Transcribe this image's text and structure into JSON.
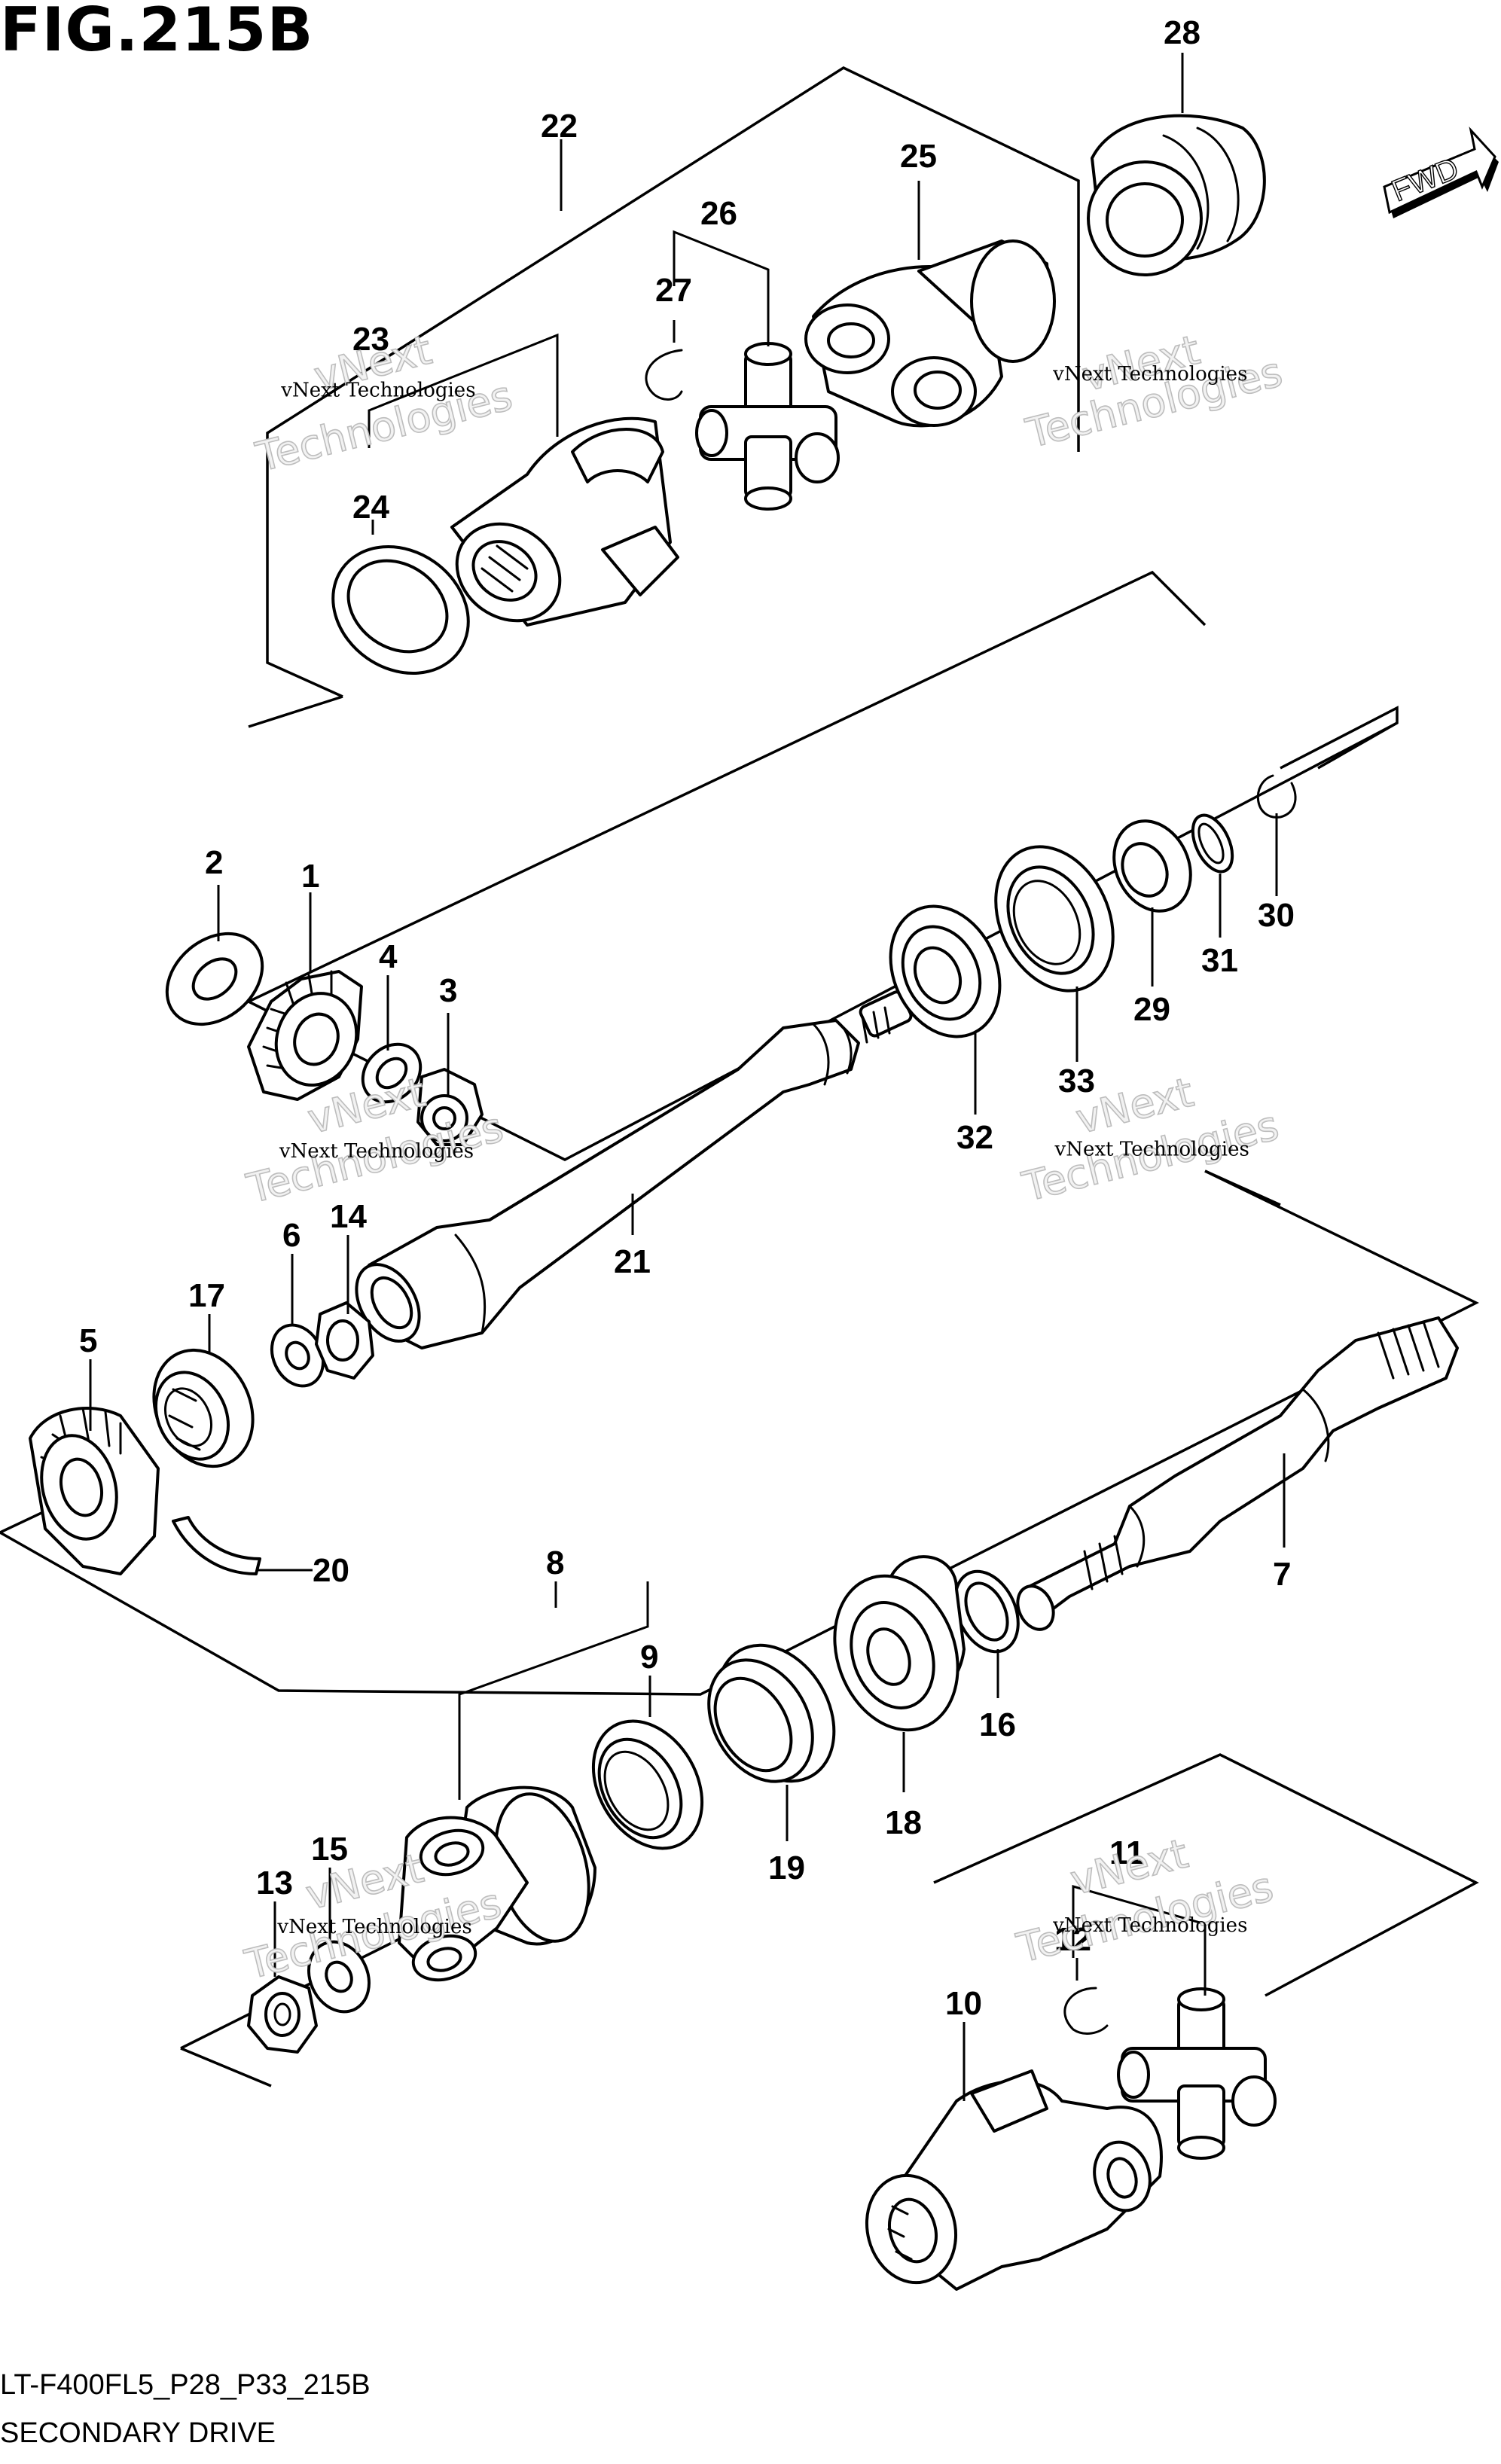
{
  "figure": {
    "title": "FIG.215B",
    "code": "LT-F400FL5_P28_P33_215B",
    "subtitle": "SECONDARY DRIVE",
    "direction_label": "FWD"
  },
  "watermark": {
    "line1": "vNext Technologies",
    "line2": "vNext",
    "line3": "Technologies"
  },
  "callouts": [
    "1",
    "2",
    "3",
    "4",
    "5",
    "6",
    "7",
    "8",
    "9",
    "10",
    "11",
    "12",
    "13",
    "14",
    "15",
    "16",
    "17",
    "18",
    "19",
    "20",
    "21",
    "22",
    "23",
    "24",
    "25",
    "26",
    "27",
    "28",
    "29",
    "30",
    "31",
    "32",
    "33"
  ]
}
